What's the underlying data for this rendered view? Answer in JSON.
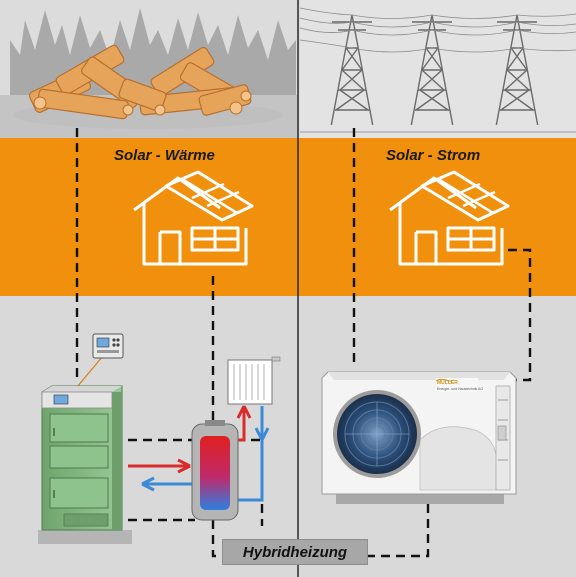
{
  "diagram": {
    "left_section_label": "Solar - Wärme",
    "right_section_label": "Solar - Strom",
    "bottom_label": "Hybridheizung",
    "heat_pump_brand": "MÜLLER",
    "heat_pump_brand_sub": "Energie- und Haustechnik AG"
  },
  "colors": {
    "orange_band": "#f0900c",
    "background": "#d9d9d9",
    "forest_bg": "#b3b3b3",
    "boiler_green": "#8cc08a",
    "hot_line": "#d92b2b",
    "cold_line": "#3a8ad6",
    "dashed_line": "#111111"
  }
}
